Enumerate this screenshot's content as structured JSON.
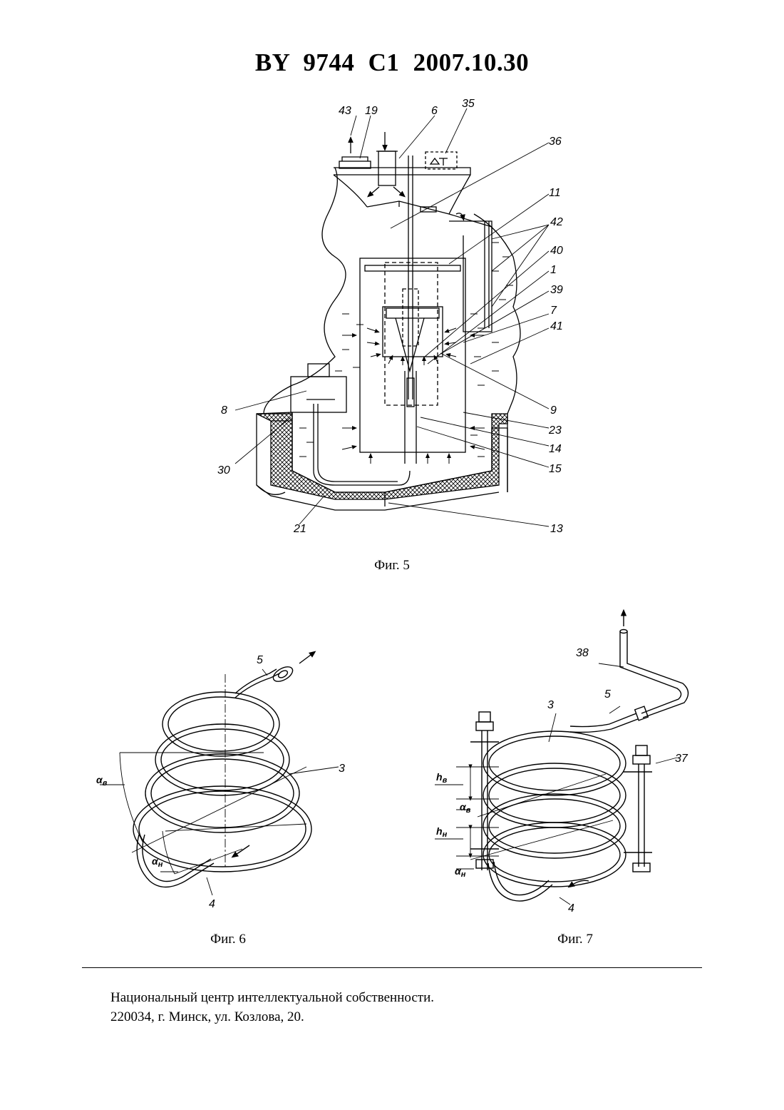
{
  "header": {
    "title": "BY  9744  C1  2007.10.30"
  },
  "figure5": {
    "caption": "Фиг. 5",
    "labels": [
      "43",
      "19",
      "6",
      "35",
      "36",
      "11",
      "42",
      "40",
      "1",
      "39",
      "7",
      "41",
      "9",
      "23",
      "14",
      "15",
      "13",
      "21",
      "30",
      "8"
    ]
  },
  "figure6": {
    "caption": "Фиг. 6",
    "labels": {
      "l5": "5",
      "l3": "3",
      "l4": "4",
      "alpha_v": "α",
      "alpha_v_sub": "в",
      "alpha_n": "α",
      "alpha_n_sub": "н"
    }
  },
  "figure7": {
    "caption": "Фиг. 7",
    "labels": {
      "l38": "38",
      "l5": "5",
      "l3": "3",
      "l37": "37",
      "l4": "4",
      "h_v": "h",
      "h_v_sub": "в",
      "h_n": "h",
      "h_n_sub": "н",
      "alpha_v": "α",
      "alpha_v_sub": "в",
      "alpha_n": "α",
      "alpha_n_sub": "н"
    }
  },
  "footer": {
    "line1": "Национальный центр интеллектуальной собственности.",
    "line2": "220034, г. Минск, ул. Козлова, 20."
  }
}
